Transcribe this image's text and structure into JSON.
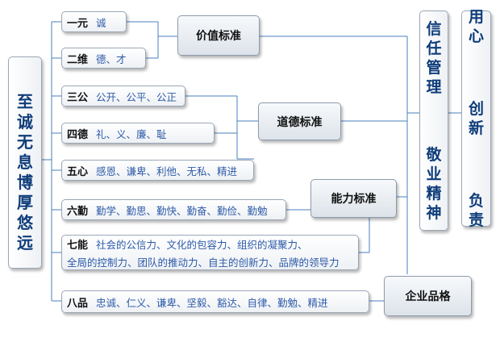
{
  "left_motto": {
    "col1": "至诚无息",
    "col2": "博厚悠远"
  },
  "items": [
    {
      "label": "一元",
      "value": "诚"
    },
    {
      "label": "二维",
      "value": "德、才"
    },
    {
      "label": "三公",
      "value": "公开、公平、公正"
    },
    {
      "label": "四德",
      "value": "礼、义、廉、耻"
    },
    {
      "label": "五心",
      "value": "感恩、谦卑、利他、无私、精进"
    },
    {
      "label": "六勤",
      "value": "勤学、勤思、勤快、勤奋、勤俭、勤勉"
    },
    {
      "label": "七能",
      "value_line1": "社会的公信力、文化的包容力、组织的凝聚力、",
      "value_line2": "全局的控制力、团队的推动力、自主的创新力、品牌的领导力"
    },
    {
      "label": "八品",
      "value": "忠诚、仁义、谦卑、坚毅、豁达、自律、勤勉、精进"
    }
  ],
  "standards": {
    "value": "价值标准",
    "moral": "道德标准",
    "ability": "能力标准",
    "enterprise": "企业品格"
  },
  "spirit": {
    "col1": "信任管理",
    "col2": "敬业精神"
  },
  "attitude": {
    "col1": "用心",
    "col2": "创新",
    "col3": "负责"
  }
}
